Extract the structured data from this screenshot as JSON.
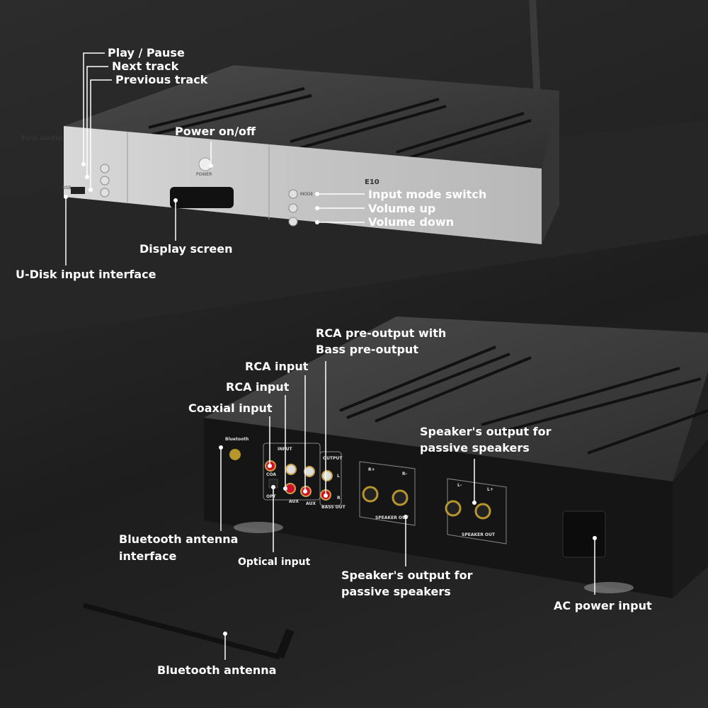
{
  "front_unit": {
    "brand": "Fosi Audio",
    "model": "E10",
    "usb_label": "USB",
    "power_label": "POWER",
    "mode_label": "MODE"
  },
  "rear_unit": {
    "bluetooth_label": "Bluetooth",
    "input_label": "INPUT",
    "output_label": "OUTPUT",
    "coa_label": "COA",
    "opt_label": "OPT",
    "aux_label": "AUX",
    "bass_out_label": "BASS OUT",
    "l_label": "L",
    "r_label": "R",
    "r_plus": "R+",
    "r_minus": "R-",
    "l_minus": "L-",
    "l_plus": "L+",
    "speaker_out": "SPEAKER OUT"
  },
  "callouts": {
    "play_pause": "Play / Pause",
    "next_track": "Next track",
    "previous_track": "Previous track",
    "power": "Power on/off",
    "input_mode": "Input mode switch",
    "volume_up": "Volume up",
    "volume_down": "Volume down",
    "display": "Display screen",
    "udisk": "U-Disk input interface",
    "rca_pre_1": "RCA pre-output with",
    "rca_pre_2": "Bass pre-output",
    "rca_input_1": "RCA input",
    "rca_input_2": "RCA input",
    "coaxial": "Coaxial input",
    "speaker_right_1": "Speaker's output for",
    "speaker_right_2": "passive speakers",
    "bt_interface_1": "Bluetooth antenna",
    "bt_interface_2": "interface",
    "optical": "Optical input",
    "speaker_mid_1": "Speaker's output for",
    "speaker_mid_2": "passive speakers",
    "ac_power": "AC power input",
    "bt_antenna": "Bluetooth antenna"
  }
}
